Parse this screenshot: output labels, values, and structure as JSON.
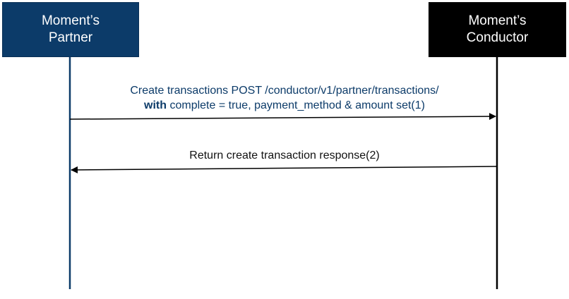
{
  "participants": {
    "partner": {
      "name": "Moment’s\nPartner",
      "color": "#0c3b69"
    },
    "conductor": {
      "name": "Moment’s\nConductor",
      "color": "#000000"
    }
  },
  "messages": [
    {
      "line1": "Create transactions POST /conductor/v1/partner/transactions/",
      "line2_bold": "with",
      "line2_rest": " complete = true, payment_method & amount set(1)",
      "from": "partner",
      "to": "conductor",
      "color": "#0c3b69"
    },
    {
      "text": "Return create transaction response(2)",
      "from": "conductor",
      "to": "partner",
      "color": "#111111"
    }
  ]
}
